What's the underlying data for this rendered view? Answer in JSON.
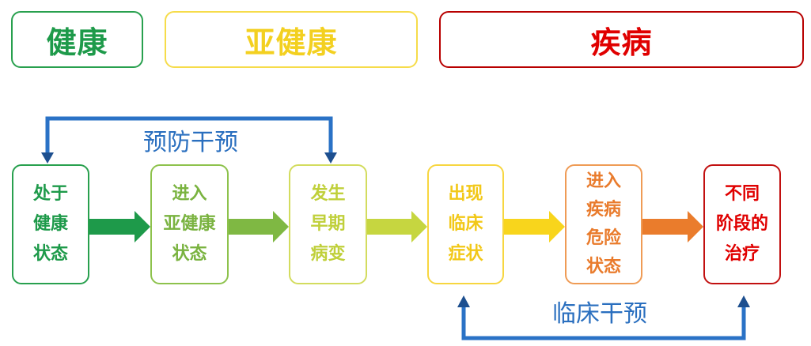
{
  "categories": [
    {
      "label": "健康",
      "color": "#1e9a4a",
      "border": "#28a04e"
    },
    {
      "label": "亚健康",
      "color": "#f3d020",
      "border": "#f6dc4a"
    },
    {
      "label": "疾病",
      "color": "#e00000",
      "border": "#b80000"
    }
  ],
  "interventions": {
    "prevention": "预防干预",
    "clinical": "临床干预",
    "text_color": "#2a6fbf",
    "line_color": "#2a72c6",
    "head_color": "#1d4f8f"
  },
  "stages": [
    {
      "lines": [
        "处于",
        "健康",
        "状态"
      ],
      "color": "#1e9a4a",
      "border": "#28a04e"
    },
    {
      "lines": [
        "进入",
        "亚健康",
        "状态"
      ],
      "color": "#7ab340",
      "border": "#8dc24c"
    },
    {
      "lines": [
        "发生",
        "早期",
        "病变"
      ],
      "color": "#c0d03b",
      "border": "#d3dc5e"
    },
    {
      "lines": [
        "出现",
        "临床",
        "症状"
      ],
      "color": "#f2c818",
      "border": "#f7d640"
    },
    {
      "lines": [
        "进入",
        "疾病",
        "危险",
        "状态"
      ],
      "color": "#e97b2c",
      "border": "#ef9b55"
    },
    {
      "lines": [
        "不同",
        "阶段的",
        "治疗"
      ],
      "color": "#e00000",
      "border": "#c21010"
    }
  ],
  "arrows": [
    "#1e9a4a",
    "#7fb843",
    "#c6d640",
    "#f8d51c",
    "#ea7c2c"
  ]
}
